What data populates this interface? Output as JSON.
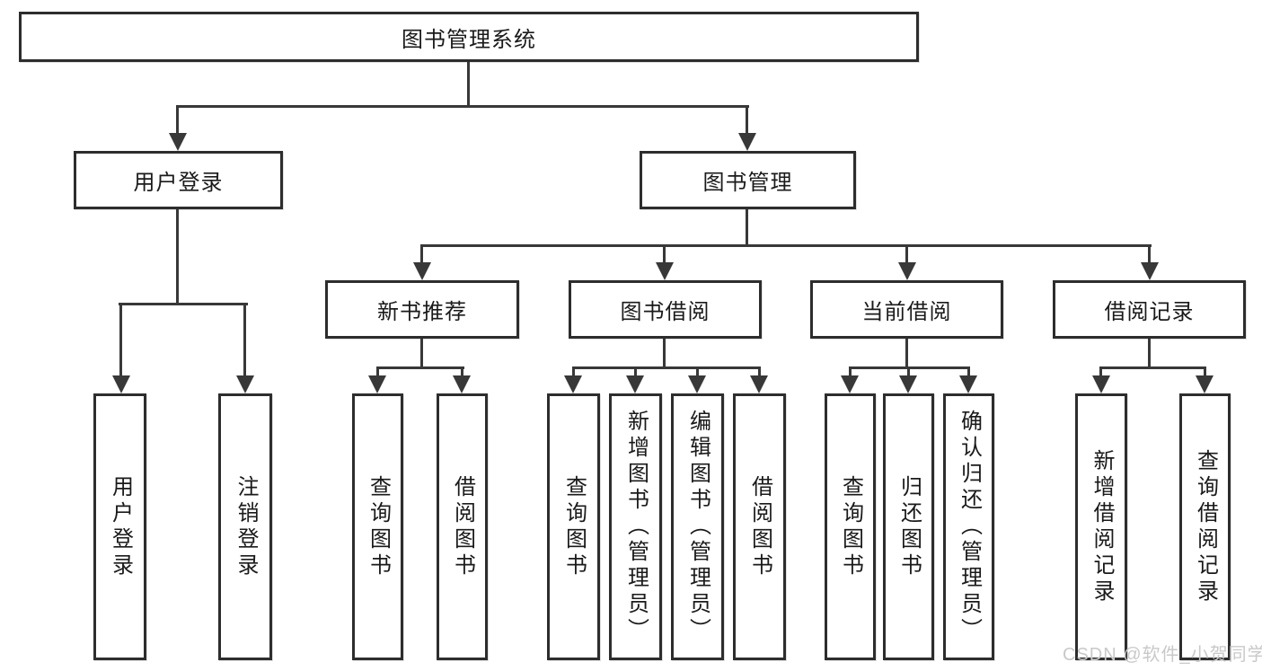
{
  "tree": {
    "root": {
      "label": "图书管理系统"
    },
    "children": [
      {
        "label": "用户登录",
        "children": [
          {
            "label": "用户登录"
          },
          {
            "label": "注销登录"
          }
        ]
      },
      {
        "label": "图书管理",
        "children": [
          {
            "label": "新书推荐",
            "children": [
              {
                "label": "查询图书"
              },
              {
                "label": "借阅图书"
              }
            ]
          },
          {
            "label": "图书借阅",
            "children": [
              {
                "label": "查询图书"
              },
              {
                "label": "新增图书（管理员）"
              },
              {
                "label": "编辑图书（管理员）"
              },
              {
                "label": "借阅图书"
              }
            ]
          },
          {
            "label": "当前借阅",
            "children": [
              {
                "label": "查询图书"
              },
              {
                "label": "归还图书"
              },
              {
                "label": "确认归还（管理员）"
              }
            ]
          },
          {
            "label": "借阅记录",
            "children": [
              {
                "label": "新增借阅记录"
              },
              {
                "label": "查询借阅记录"
              }
            ]
          }
        ]
      }
    ]
  },
  "watermark": {
    "text": "CSDN @软件_小贺同学"
  },
  "colors": {
    "line": "#383838",
    "border": "#2d2d2d",
    "text": "#1a1a1a",
    "watermark": "#c9c9c9",
    "background": "#ffffff"
  }
}
